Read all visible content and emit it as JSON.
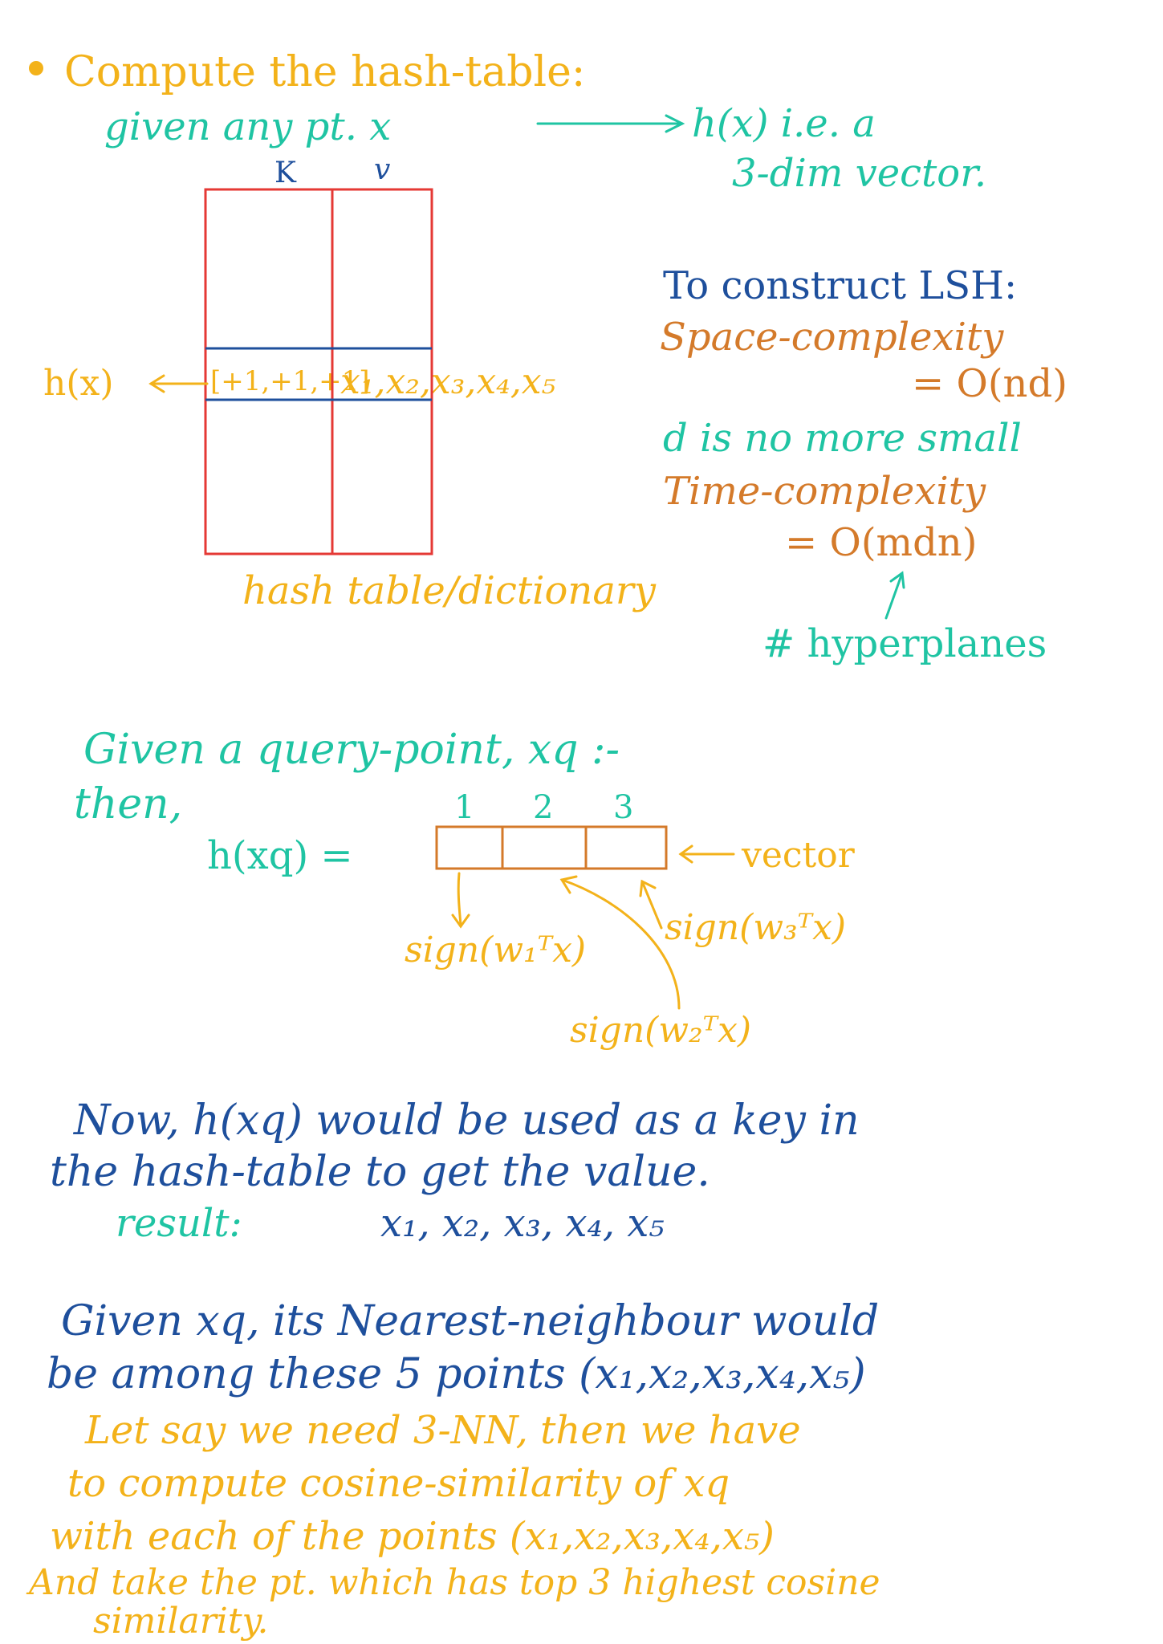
{
  "colors": {
    "yellow": "#f3b21a",
    "green": "#1fc4a3",
    "navy": "#1e4f9c",
    "orange": "#d47a2a",
    "red": "#e53935"
  },
  "section1": {
    "heading": "Compute the hash-table:",
    "given_left": "given any pt. x",
    "given_right": "h(x) i.e. a",
    "given_right2": "3-dim vector.",
    "col_k": "K",
    "col_v": "v",
    "hx_label": "h(x)",
    "key_cell": "[+1,+1,+1]",
    "value_cell": "x₁,x₂,x₃,x₄,x₅",
    "table_caption": "hash table/dictionary"
  },
  "construct": {
    "title": "To construct LSH:",
    "space": "Space-complexity",
    "space_val": "= O(nd)",
    "d_note": "d is no more small",
    "time": "Time-complexity",
    "time_val": "= O(mdn)",
    "hyperplanes": "# hyperplanes"
  },
  "query": {
    "line1": "Given a query-point, xq :-",
    "line2": "then,",
    "h_xq": "h(xq) =",
    "idx1": "1",
    "idx2": "2",
    "idx3": "3",
    "vector_label": "vector",
    "sign1": "sign(w₁ᵀx)",
    "sign2": "sign(w₂ᵀx)",
    "sign3": "sign(w₃ᵀx)"
  },
  "now": {
    "line1": "Now, h(xq) would be used as a key in",
    "line2": "the hash-table to get the value.",
    "result_label": "result:",
    "result_val": "x₁, x₂, x₃, x₄, x₅"
  },
  "nn": {
    "line1": "Given xq, its Nearest-neighbour would",
    "line2": "be among these 5 points (x₁,x₂,x₃,x₄,x₅)",
    "line3": "Let say we need 3-NN, then we have",
    "line4": "to compute cosine-similarity of xq",
    "line5": "with each of the points (x₁,x₂,x₃,x₄,x₅)",
    "line6": "And take the pt. which has top 3 highest cosine",
    "line7": "similarity."
  }
}
